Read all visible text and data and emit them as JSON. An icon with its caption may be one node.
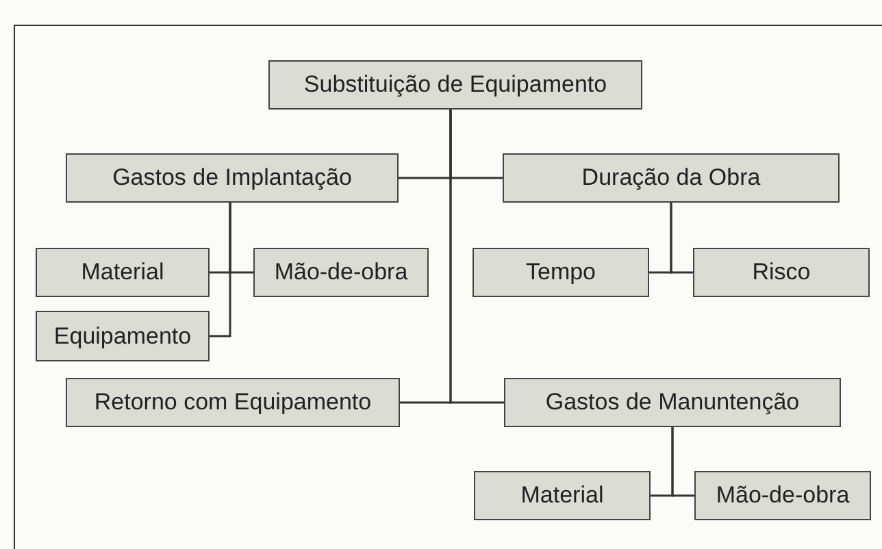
{
  "diagram": {
    "nodes": [
      {
        "text": [
          "Substituição de Equipamento"
        ]
      },
      {
        "text": [
          "Gastos de Implantação"
        ]
      },
      {
        "text": [
          "Duração da Obra"
        ]
      },
      {
        "text": [
          "Material"
        ]
      },
      {
        "text": [
          "Mão-de-obra"
        ]
      },
      {
        "text": [
          "Tempo"
        ]
      },
      {
        "text": [
          "Risco"
        ]
      },
      {
        "text": [
          "Equipamento"
        ]
      },
      {
        "text": [
          "Retorno com Equipamento"
        ]
      },
      {
        "text": [
          "Gastos de Manuntenção"
        ]
      },
      {
        "text": [
          "Material"
        ]
      },
      {
        "text": [
          "Mão-de-obra"
        ]
      }
    ],
    "edges": [
      {
        "from": 0,
        "to": 1,
        "arrow": "none"
      },
      {
        "from": 0,
        "to": 2,
        "arrow": "none"
      },
      {
        "from": 0,
        "to": 8,
        "arrow": "none"
      },
      {
        "from": 0,
        "to": 9,
        "arrow": "none"
      },
      {
        "from": 1,
        "to": 3,
        "arrow": "none"
      },
      {
        "from": 1,
        "to": 4,
        "arrow": "none"
      },
      {
        "from": 1,
        "to": 7,
        "arrow": "none"
      },
      {
        "from": 2,
        "to": 5,
        "arrow": "none"
      },
      {
        "from": 2,
        "to": 6,
        "arrow": "none"
      },
      {
        "from": 9,
        "to": 10,
        "arrow": "none"
      },
      {
        "from": 9,
        "to": 11,
        "arrow": "none"
      }
    ]
  }
}
